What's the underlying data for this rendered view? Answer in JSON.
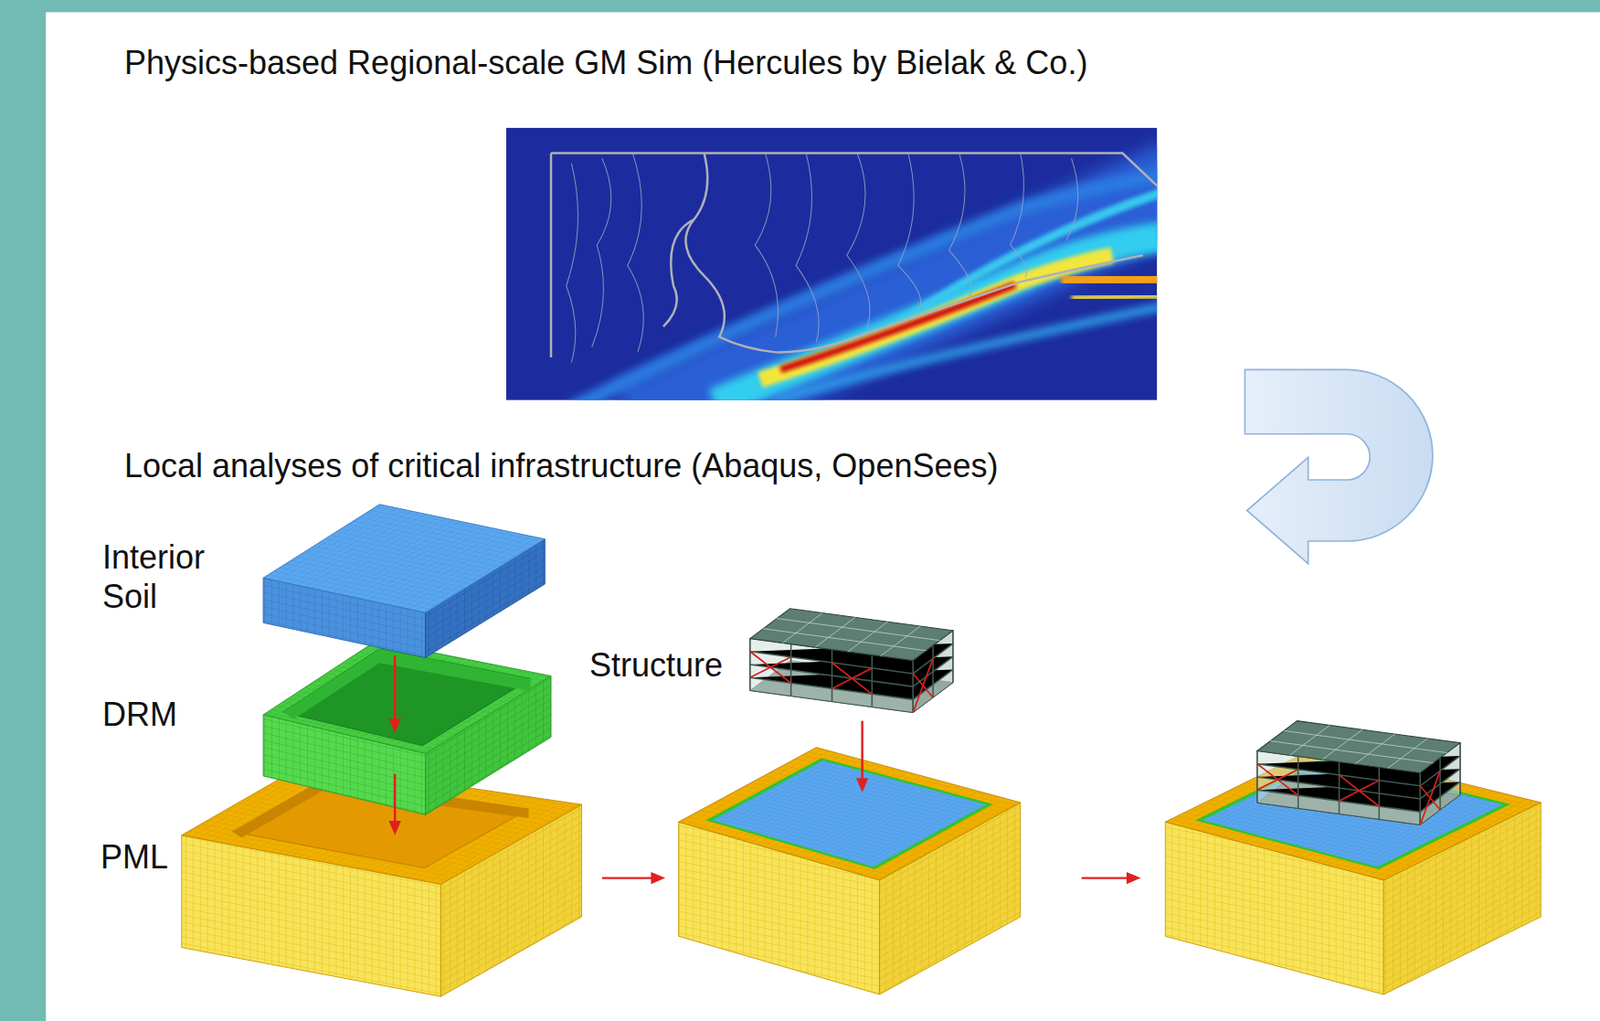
{
  "diagram": {
    "title": "Physics-based Regional-scale GM Sim (Hercules by Bielak & Co.)",
    "labels": [
      "Local analyses of critical infrastructure (Abaqus, OpenSees)",
      "Interior Soil",
      "DRM",
      "PML",
      "Structure"
    ]
  }
}
